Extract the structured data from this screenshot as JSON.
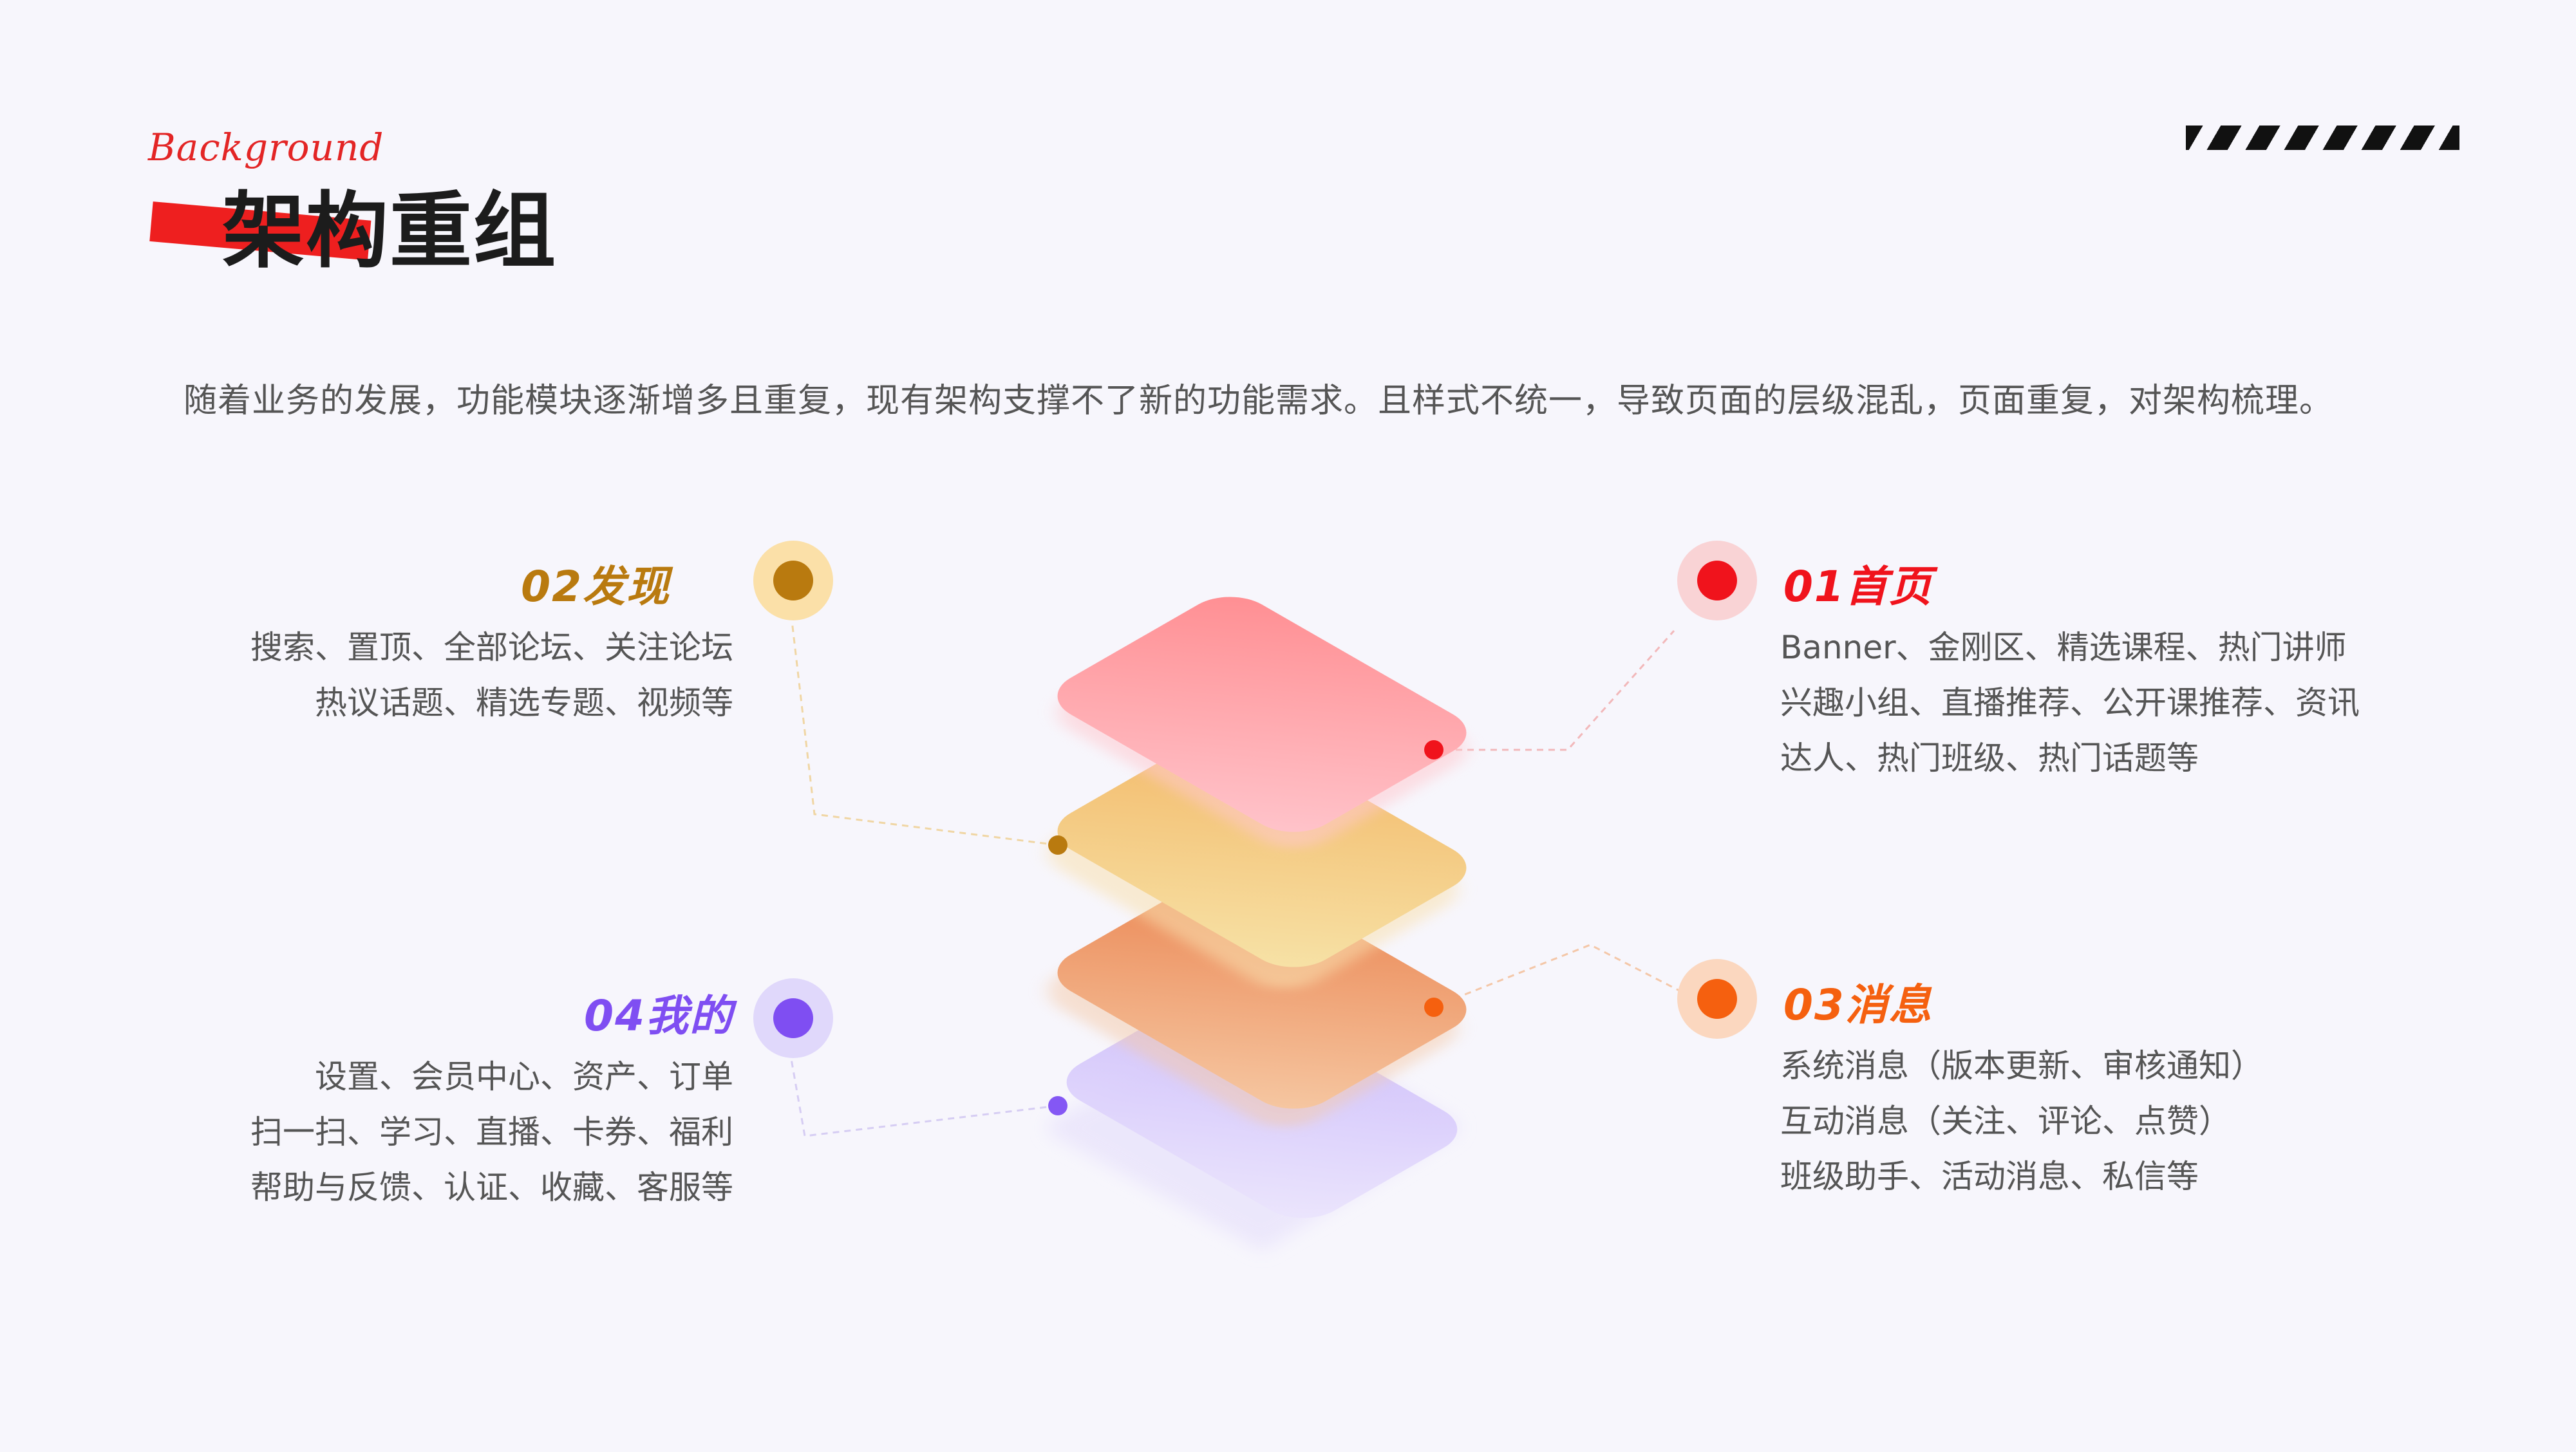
{
  "header": {
    "title_en": "Background",
    "title": "架构重组"
  },
  "intro": "随着业务的发展，功能模块逐渐增多且重复，现有架构支撑不了新的功能需求。且样式不统一，导致页面的层级混乱，页面重复，对架构梳理。",
  "colors": {
    "accent_red": "#ee1f1f",
    "layer_home": "#ff9fa4",
    "layer_discover": "#f6c873",
    "layer_message": "#ef945f",
    "layer_mine": "#d8cbfb"
  },
  "nodes": {
    "home": {
      "title": "01首页",
      "color": "#f0131c",
      "lines": [
        "Banner、金刚区、精选课程、热门讲师",
        "兴趣小组、直播推荐、公开课推荐、资讯",
        "达人、热门班级、热门话题等"
      ]
    },
    "discover": {
      "title": "02发现",
      "color": "#b97a0f",
      "lines": [
        "搜索、置顶、全部论坛、关注论坛",
        "热议话题、精选专题、视频等"
      ]
    },
    "message": {
      "title": "03消息",
      "color": "#f5600f",
      "lines": [
        "系统消息（版本更新、审核通知）",
        "互动消息（关注、评论、点赞）",
        "班级助手、活动消息、私信等"
      ]
    },
    "mine": {
      "title": "04我的",
      "color": "#7f4ef2",
      "lines": [
        "设置、会员中心、资产、订单",
        "扫一扫、学习、直播、卡券、福利",
        "帮助与反馈、认证、收藏、客服等"
      ]
    }
  }
}
